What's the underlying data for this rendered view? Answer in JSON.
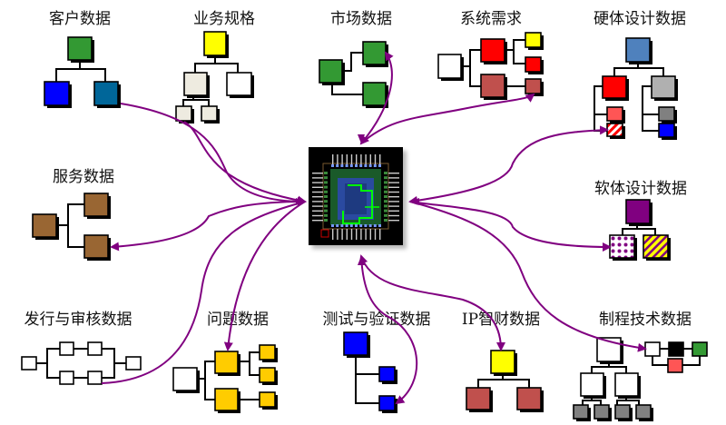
{
  "diagram": {
    "center": {
      "name": "chip-layout",
      "description": "IC package layout thumbnail"
    },
    "arrow_color": "#800080",
    "nodes": [
      {
        "id": "customer",
        "label": "客户数据"
      },
      {
        "id": "business",
        "label": "业务规格"
      },
      {
        "id": "market",
        "label": "市场数据"
      },
      {
        "id": "system",
        "label": "系统需求"
      },
      {
        "id": "hardware",
        "label": "硬体设计数据"
      },
      {
        "id": "service",
        "label": "服务数据"
      },
      {
        "id": "software",
        "label": "软体设计数据"
      },
      {
        "id": "release",
        "label": "发行与审核数据"
      },
      {
        "id": "issue",
        "label": "问题数据"
      },
      {
        "id": "test",
        "label": "测试与验证数据"
      },
      {
        "id": "ip",
        "label": "IP智财数据"
      },
      {
        "id": "process",
        "label": "制程技术数据"
      }
    ],
    "colors": {
      "green": "#339933",
      "blue": "#0000ff",
      "teal": "#006699",
      "yellow": "#ffff00",
      "beige": "#eeebe0",
      "red": "#ff0000",
      "rose": "#c0504d",
      "steel": "#4f81bd",
      "gray": "#b0b0b0",
      "darkgray": "#808080",
      "pink": "#ff5555",
      "brown": "#996633",
      "purple": "#800080",
      "gold": "#ffcc00",
      "black": "#000000",
      "white": "#ffffff"
    }
  }
}
